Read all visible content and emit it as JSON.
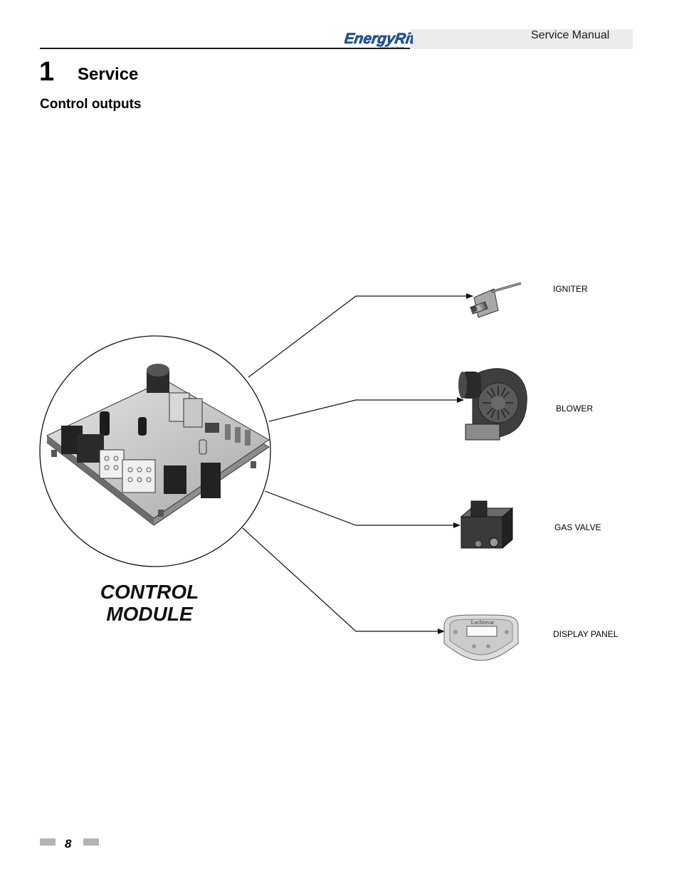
{
  "header": {
    "logo_text": "EnergyRite",
    "manual_title": "Service Manual"
  },
  "chapter": {
    "number": "1",
    "title": "Service"
  },
  "section": {
    "title": "Control outputs"
  },
  "diagram": {
    "module_label_line1": "CONTROL",
    "module_label_line2": "MODULE",
    "outputs": [
      {
        "label": "IGNITER",
        "icon": "igniter-icon"
      },
      {
        "label": "BLOWER",
        "icon": "blower-icon"
      },
      {
        "label": "GAS VALVE",
        "icon": "gas-valve-icon"
      },
      {
        "label": "DISPLAY PANEL",
        "icon": "display-panel-icon"
      }
    ],
    "display_panel_brand": "Lochinvar"
  },
  "footer": {
    "page_number": "8"
  }
}
